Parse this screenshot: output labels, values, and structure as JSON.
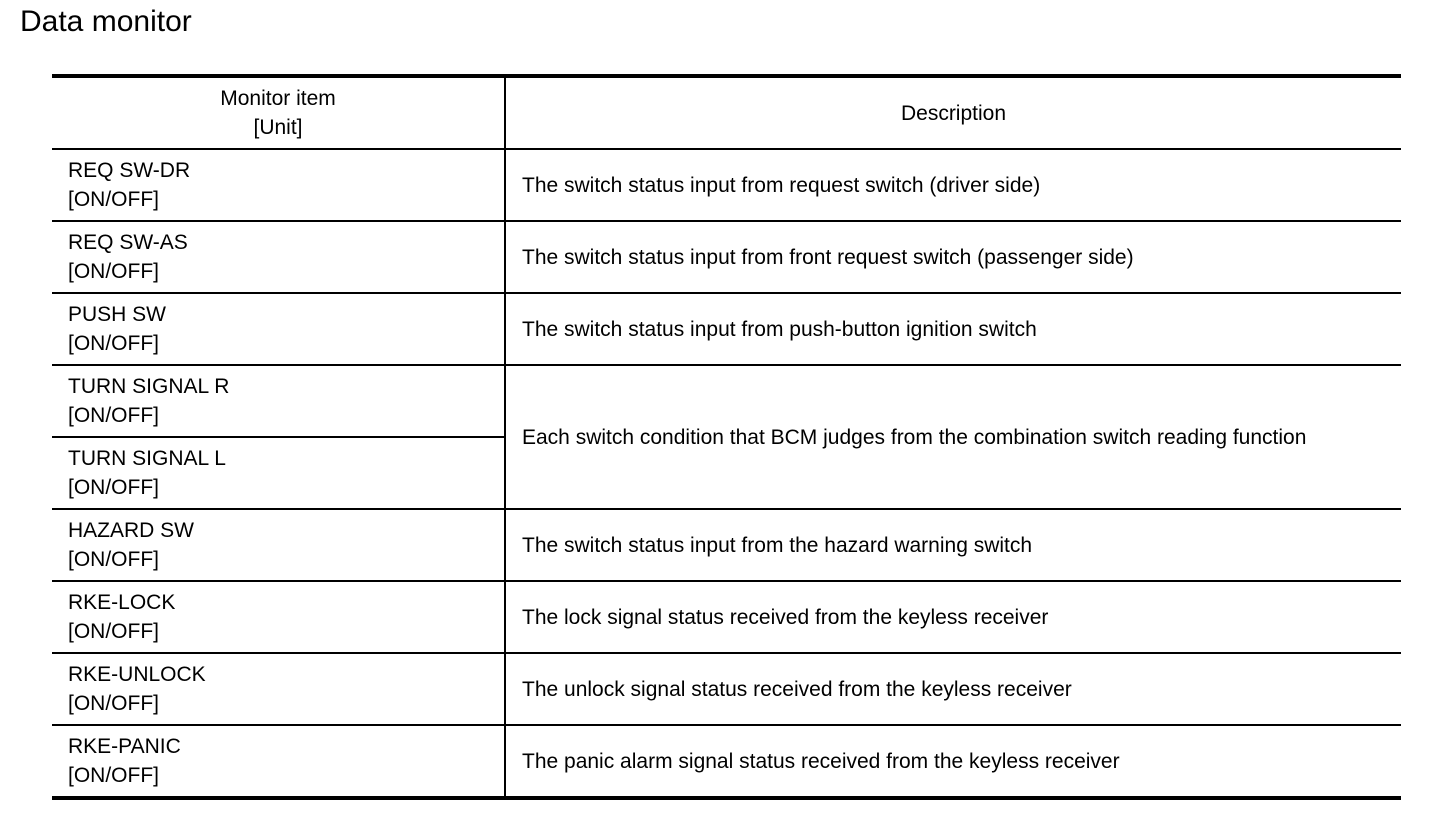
{
  "title": "Data monitor",
  "table": {
    "headers": {
      "item": "Monitor item",
      "unit": "[Unit]",
      "description": "Description"
    },
    "rows": [
      {
        "item": "REQ SW-DR",
        "unit": "[ON/OFF]",
        "description": "The switch status input from request switch (driver side)"
      },
      {
        "item": "REQ SW-AS",
        "unit": "[ON/OFF]",
        "description": "The switch status input from front request switch (passenger side)"
      },
      {
        "item": "PUSH SW",
        "unit": "[ON/OFF]",
        "description": "The switch status input from push-button ignition switch"
      },
      {
        "item": "TURN SIGNAL R",
        "unit": "[ON/OFF]",
        "description": "Each switch condition that BCM judges from the combination switch reading function"
      },
      {
        "item": "TURN SIGNAL L",
        "unit": "[ON/OFF]"
      },
      {
        "item": "HAZARD SW",
        "unit": "[ON/OFF]",
        "description": "The switch status input from the hazard warning switch"
      },
      {
        "item": "RKE-LOCK",
        "unit": "[ON/OFF]",
        "description": "The lock signal status received from the keyless receiver"
      },
      {
        "item": "RKE-UNLOCK",
        "unit": "[ON/OFF]",
        "description": "The unlock signal status received from the keyless receiver"
      },
      {
        "item": "RKE-PANIC",
        "unit": "[ON/OFF]",
        "description": "The panic alarm signal status received from the keyless receiver"
      }
    ]
  }
}
